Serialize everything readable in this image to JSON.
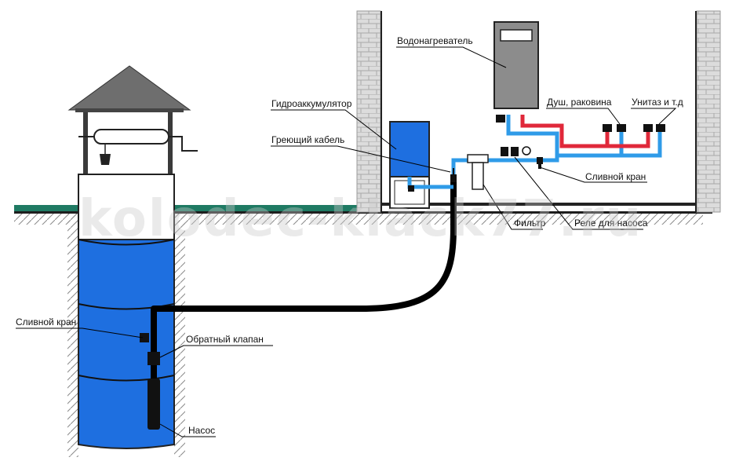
{
  "watermark": "kolodec-klack77.ru",
  "labels": {
    "water_heater": "Водонагреватель",
    "accumulator": "Гидроаккумулятор",
    "heating_cable": "Греющий кабель",
    "shower_sink": "Душ, раковина",
    "toilet_etc": "Унитаз и т.д",
    "drain_valve_house": "Сливной кран",
    "filter": "Фильтр",
    "pump_relay": "Реле для насоса",
    "drain_valve_well": "Сливной кран",
    "check_valve": "Обратный клапан",
    "pump": "Насос"
  },
  "colors": {
    "well_water": "#1e6fe0",
    "ground_strip": "#1f7a63",
    "hot_pipe": "#e0283a",
    "cold_pipe": "#2f9be8",
    "hose": "#000000",
    "heater_body": "#8c8c8c",
    "roof": "#6e6e6e",
    "brick": "#d8d8d8"
  }
}
